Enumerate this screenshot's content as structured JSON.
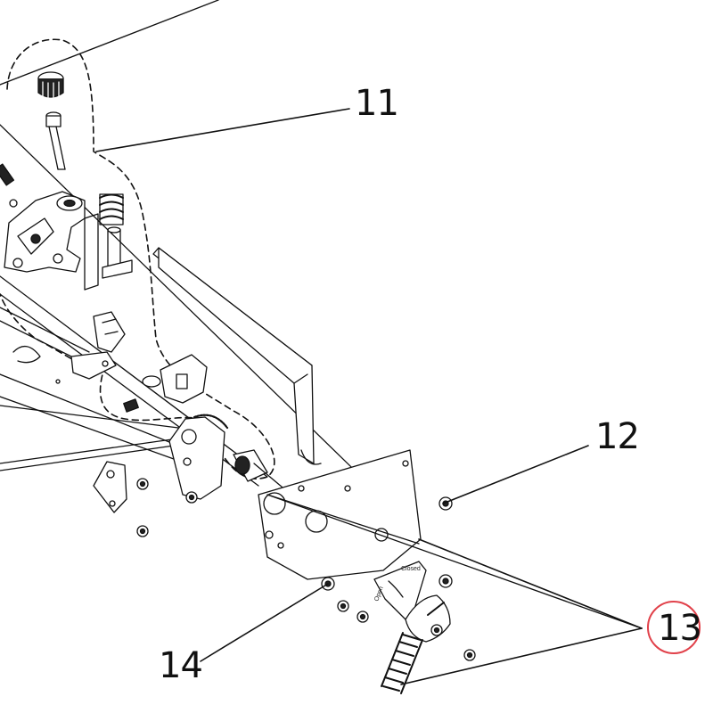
{
  "callouts": {
    "c11": "11",
    "c12": "12",
    "c13": "13",
    "c14": "14"
  },
  "bracket_labels": {
    "closed": "Closed",
    "open": "Open"
  },
  "colors": {
    "line": "#111111",
    "highlight": "#e1414a",
    "fill_light": "#ffffff"
  }
}
